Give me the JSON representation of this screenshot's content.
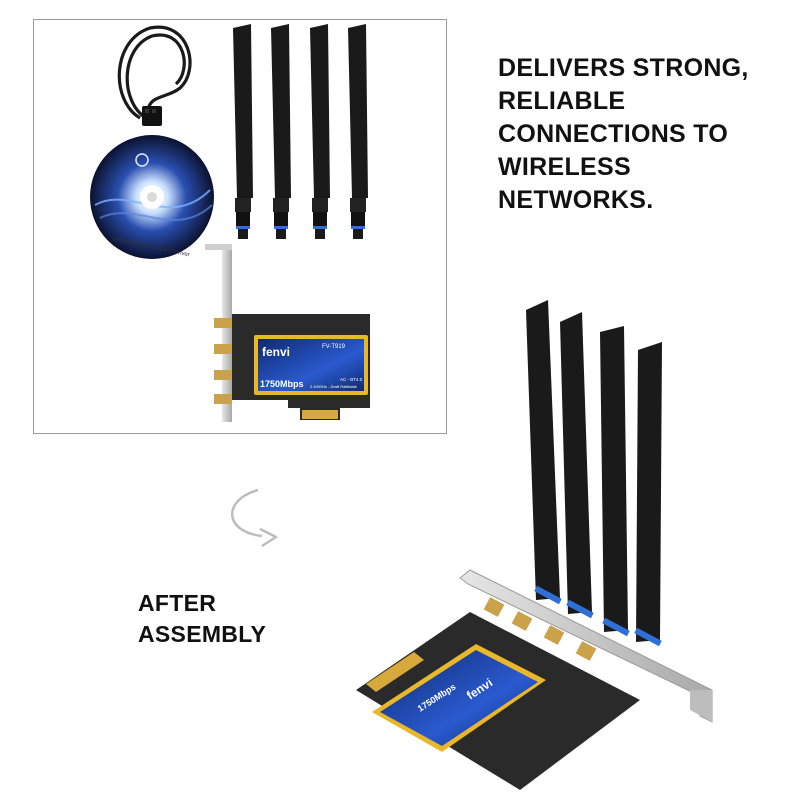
{
  "headline": {
    "lines": [
      "DELIVERS STRONG,",
      "RELIABLE",
      "CONNECTIONS TO",
      "WIRELESS",
      "NETWORKS."
    ]
  },
  "assembly": {
    "lines": [
      "AFTER",
      "ASSEMBLY"
    ]
  },
  "cd": {
    "label": "Desktop Wireless Card Driver"
  },
  "card": {
    "brand": "fenvi",
    "model": "FV-T919",
    "speed": "1750Mbps",
    "spec": "AC - BT4.0",
    "bands": "2.4/5GHz - Draft Ratifiable"
  },
  "colors": {
    "antenna": "#1a1a1a",
    "antenna_ring": "#2f6fd6",
    "pcb": "#2a2a2a",
    "label_gold": "#e8b82a",
    "label_blue": "#1b3a8a",
    "bracket": "#cfcfcf",
    "connector_gold": "#c9a24a"
  }
}
